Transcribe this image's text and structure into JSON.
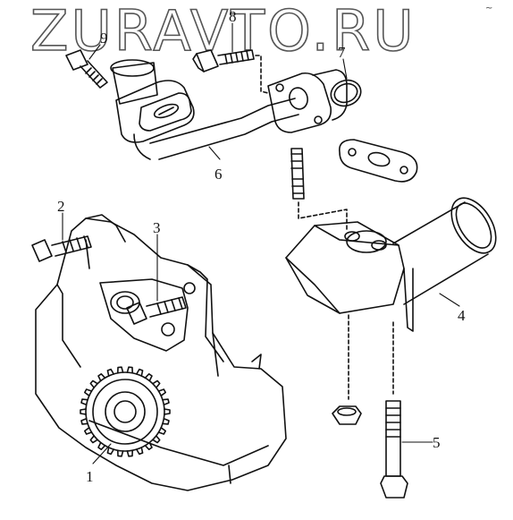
{
  "watermark": {
    "text": "ZURAVTO.RU"
  },
  "corner_mark": {
    "text": "~"
  },
  "callouts": [
    {
      "id": "1",
      "label": "1"
    },
    {
      "id": "2",
      "label": "2"
    },
    {
      "id": "3",
      "label": "3"
    },
    {
      "id": "4",
      "label": "4"
    },
    {
      "id": "5",
      "label": "5"
    },
    {
      "id": "6",
      "label": "6"
    },
    {
      "id": "7",
      "label": "7"
    },
    {
      "id": "8",
      "label": "8"
    },
    {
      "id": "9",
      "label": "9"
    }
  ],
  "colors": {
    "line": "#111111",
    "background": "#ffffff",
    "watermark_outline": "#555555"
  }
}
